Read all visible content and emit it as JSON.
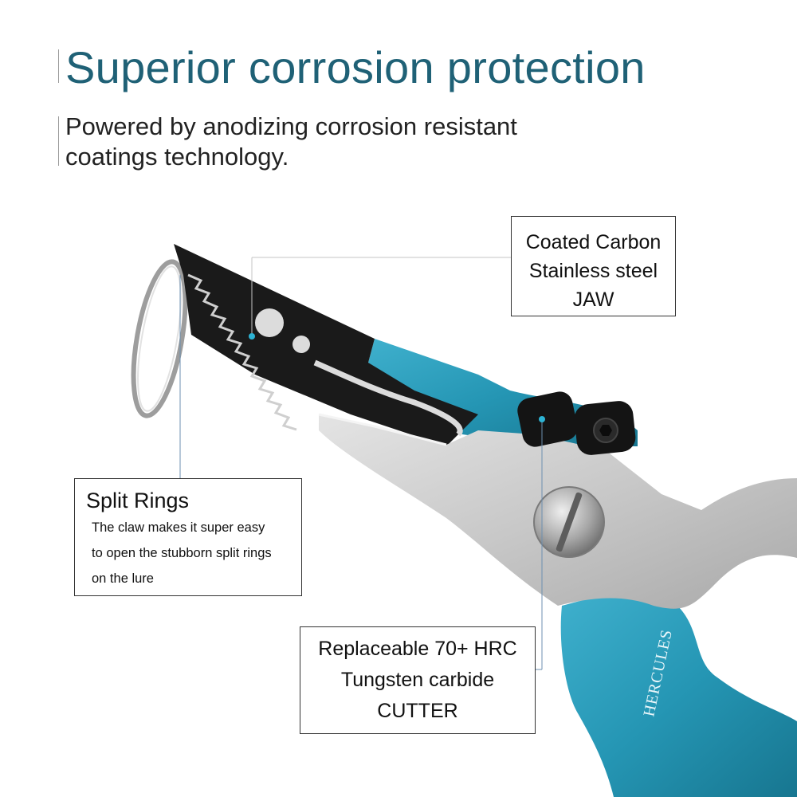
{
  "headline": "Superior corrosion protection",
  "subtitle": "Powered by anodizing corrosion resistant coatings technology.",
  "callouts": {
    "jaw": {
      "lines": [
        "Coated Carbon",
        "Stainless steel",
        "JAW"
      ]
    },
    "split_rings": {
      "title": "Split Rings",
      "body_lines": [
        "The claw makes it super easy",
        "to open the stubborn split rings",
        "on the lure"
      ]
    },
    "cutter": {
      "lines": [
        "Replaceable 70+ HRC",
        "Tungsten carbide",
        "CUTTER"
      ]
    }
  },
  "product": {
    "brand_text": "HERCULES"
  },
  "colors": {
    "headline": "#1f6176",
    "handle_blue": "#2596b4",
    "handle_silver": "#c9c9c9",
    "jaw_black": "#1a1a1a"
  }
}
